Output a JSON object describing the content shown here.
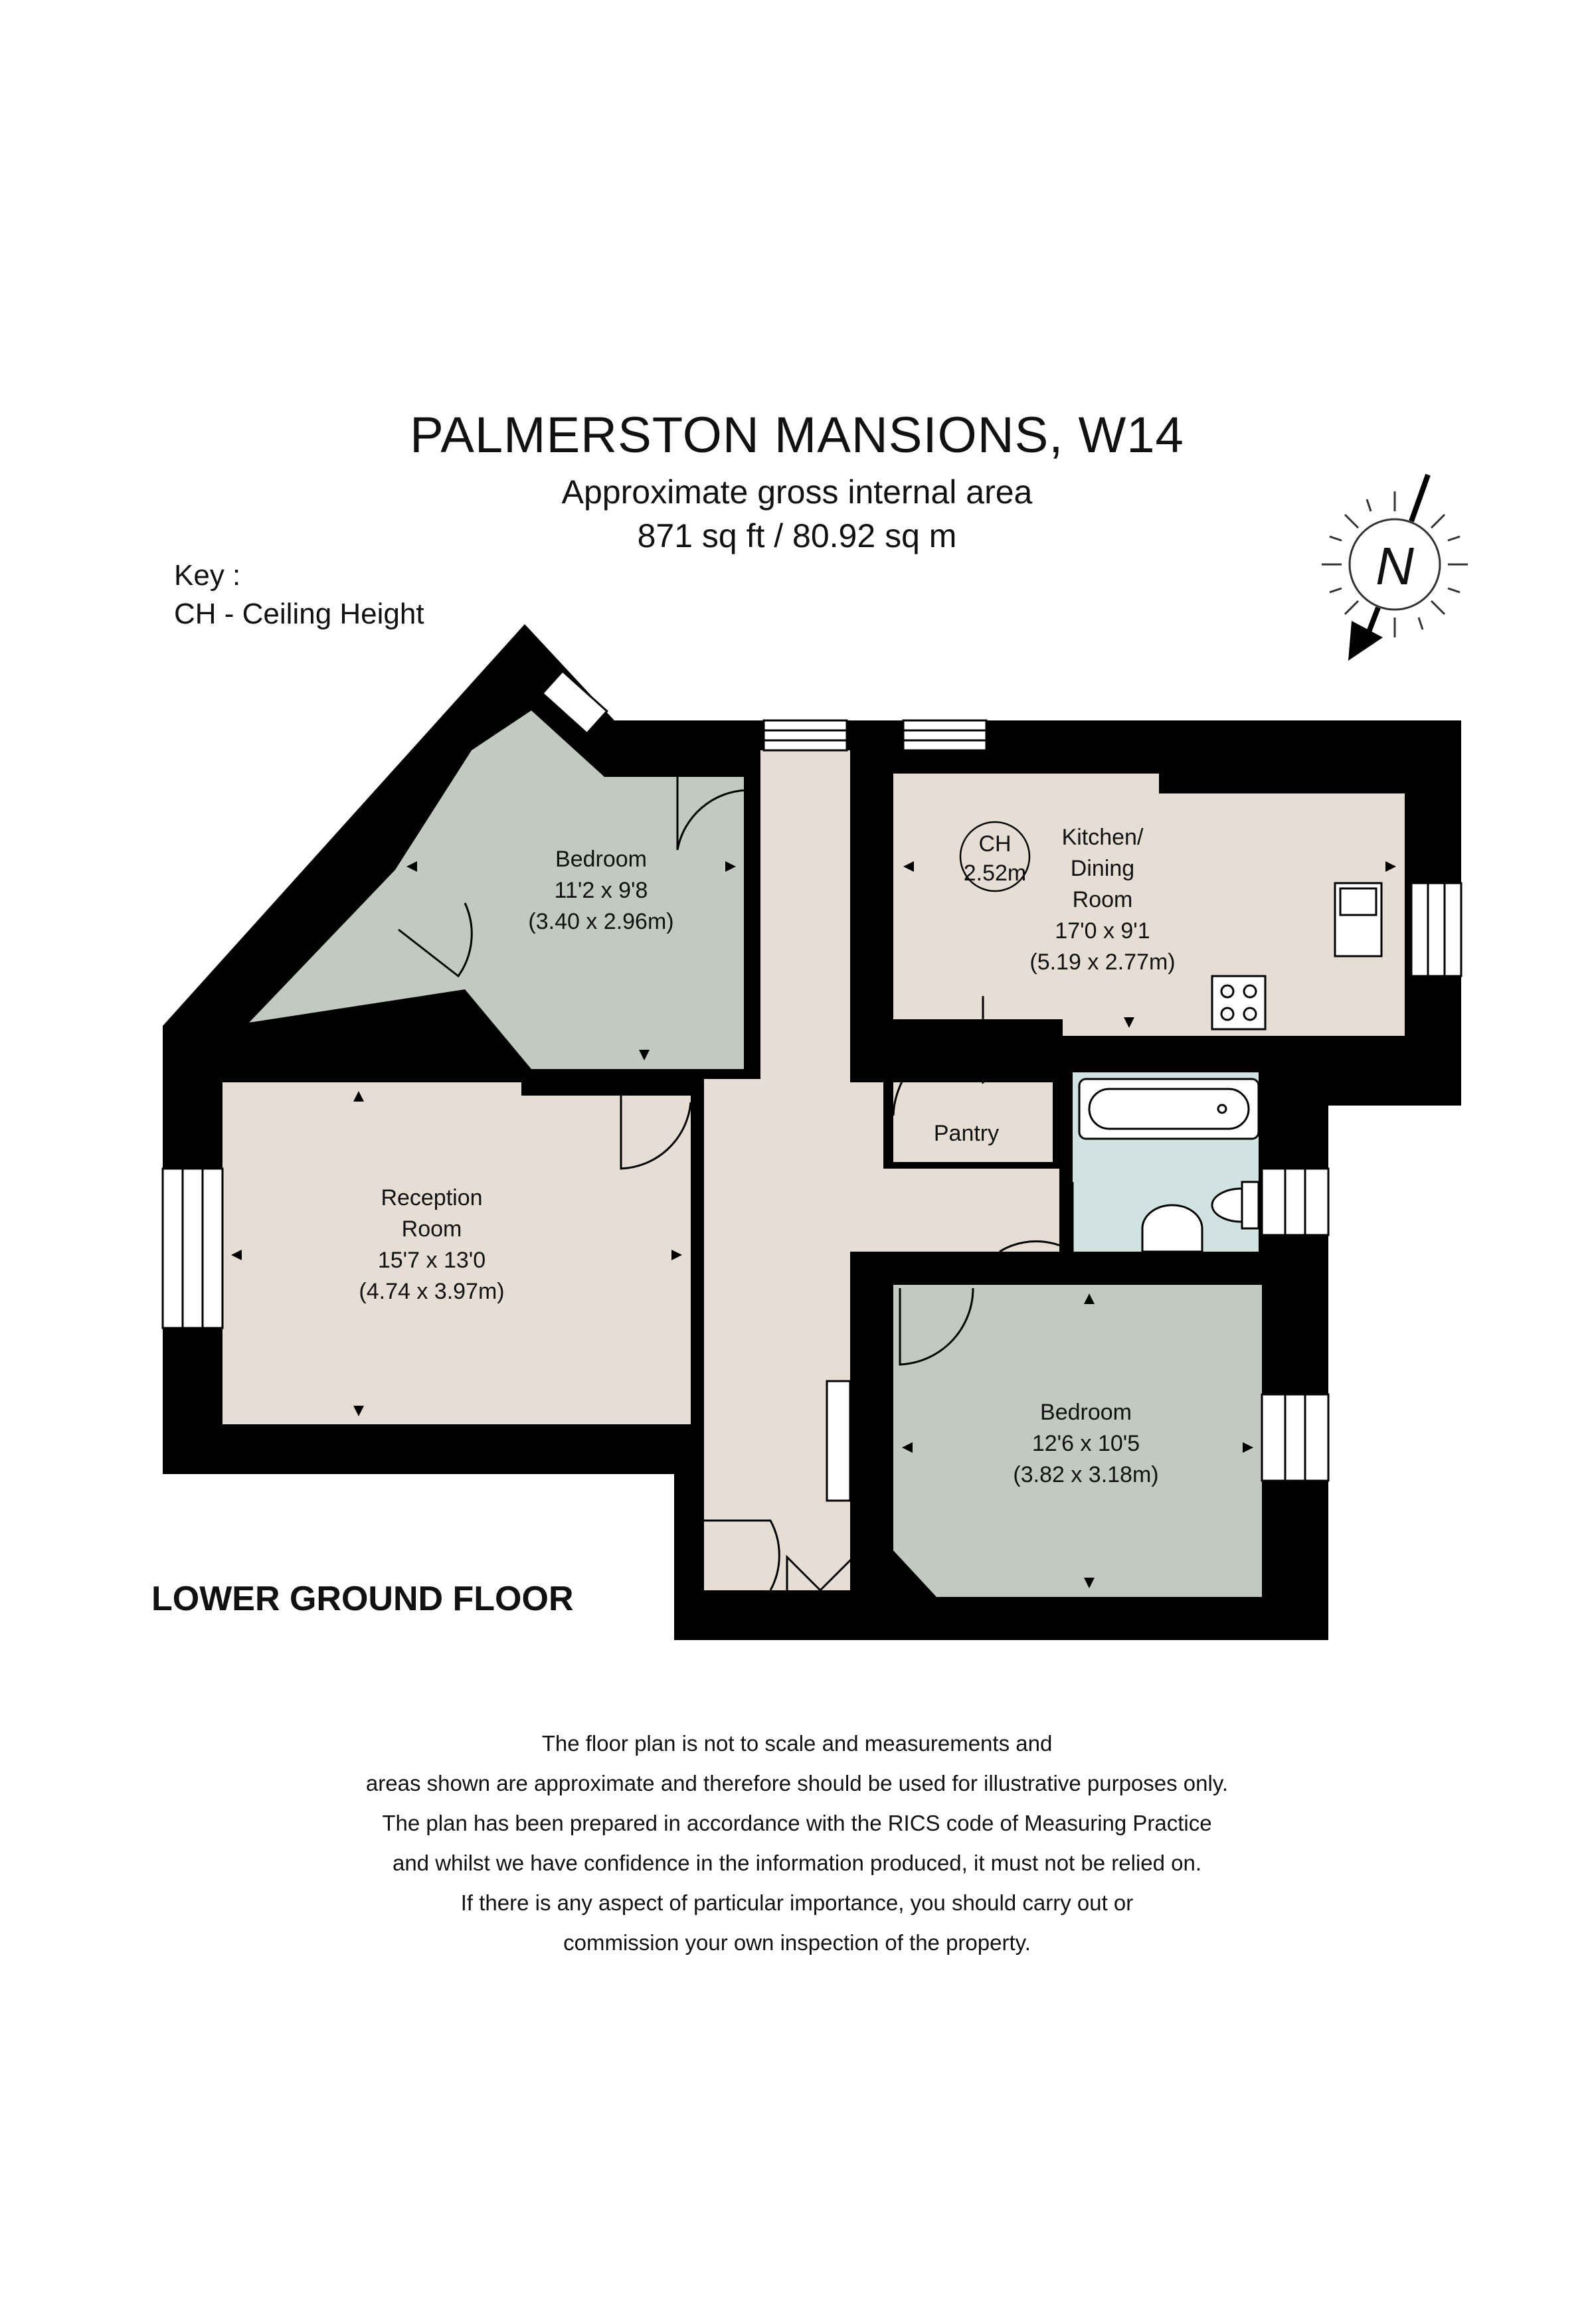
{
  "header": {
    "title": "PALMERSTON MANSIONS, W14",
    "subtitle": "Approximate gross internal area",
    "area": "871 sq ft  / 80.92 sq m"
  },
  "key": {
    "heading": "Key :",
    "item": "CH - Ceiling Height"
  },
  "compass": {
    "label": "N"
  },
  "floor_label": "LOWER GROUND FLOOR",
  "rooms": {
    "bedroom1": {
      "name": "Bedroom",
      "imperial": "11'2 x 9'8",
      "metric": "(3.40 x 2.96m)"
    },
    "kitchen": {
      "name_line1": "Kitchen/",
      "name_line2": "Dining",
      "name_line3": "Room",
      "imperial": "17'0 x 9'1",
      "metric": "(5.19 x 2.77m)"
    },
    "ceiling": {
      "label": "CH",
      "value": "2.52m"
    },
    "pantry": {
      "name": "Pantry"
    },
    "reception": {
      "name_line1": "Reception",
      "name_line2": "Room",
      "imperial": "15'7 x 13'0",
      "metric": "(4.74 x 3.97m)"
    },
    "bedroom2": {
      "name": "Bedroom",
      "imperial": "12'6 x 10'5",
      "metric": "(3.82 x 3.18m)"
    }
  },
  "colors": {
    "wall": "#000000",
    "bedroom_fill": "#c2c9c1",
    "living_fill": "#e6ddd4",
    "bathroom_fill": "#d1e3e0"
  },
  "disclaimer": [
    "The floor plan is not to scale and measurements and",
    "areas shown are approximate and therefore should be used for illustrative purposes only.",
    "The plan has been prepared in accordance with the RICS code of Measuring Practice",
    "and whilst we have confidence in the information produced, it must not be relied on.",
    "If there is any aspect of particular importance, you should carry out or",
    "commission your own inspection of the property."
  ]
}
